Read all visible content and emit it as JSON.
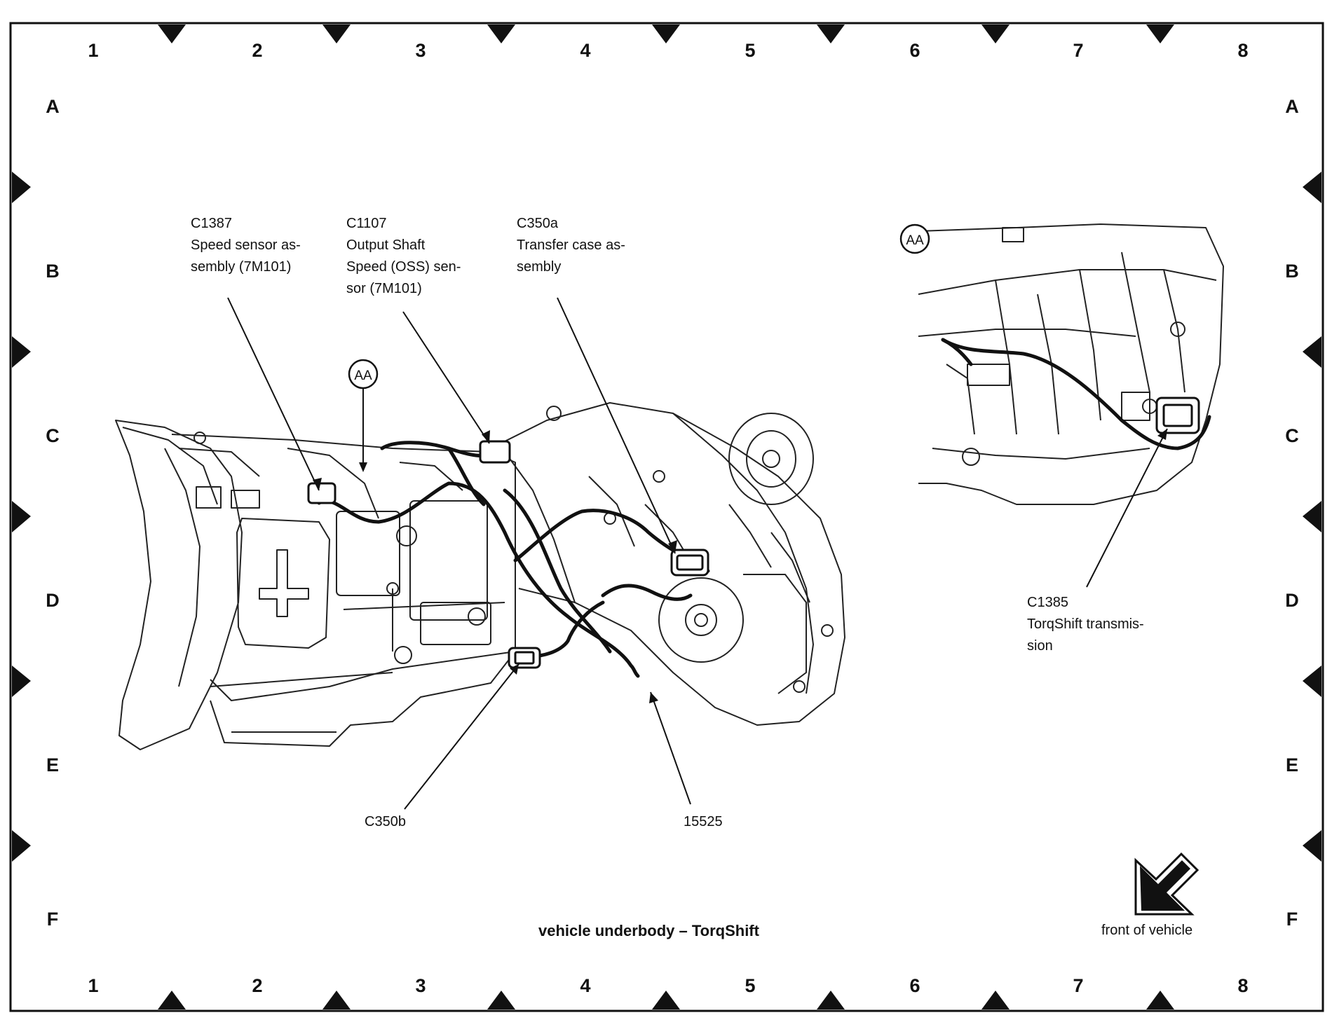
{
  "columns": [
    "1",
    "2",
    "3",
    "4",
    "5",
    "6",
    "7",
    "8"
  ],
  "rows": [
    "A",
    "B",
    "C",
    "D",
    "E",
    "F"
  ],
  "callouts": {
    "c1387": {
      "id": "C1387",
      "line1": "Speed sensor as-",
      "line2": "sembly (7M101)"
    },
    "c1107": {
      "id": "C1107",
      "line1": "Output Shaft",
      "line2": "Speed (OSS) sen-",
      "line3": "sor (7M101)"
    },
    "c350a": {
      "id": "C350a",
      "line1": "Transfer case as-",
      "line2": "sembly"
    },
    "c1385": {
      "id": "C1385",
      "line1": "TorqShift transmis-",
      "line2": "sion"
    },
    "c350b": {
      "id": "C350b"
    },
    "part_15525": {
      "id": "15525"
    }
  },
  "view_markers": {
    "main": "AA",
    "inset": "AA"
  },
  "caption": "vehicle underbody – TorqShift",
  "orientation_label": "front of vehicle"
}
